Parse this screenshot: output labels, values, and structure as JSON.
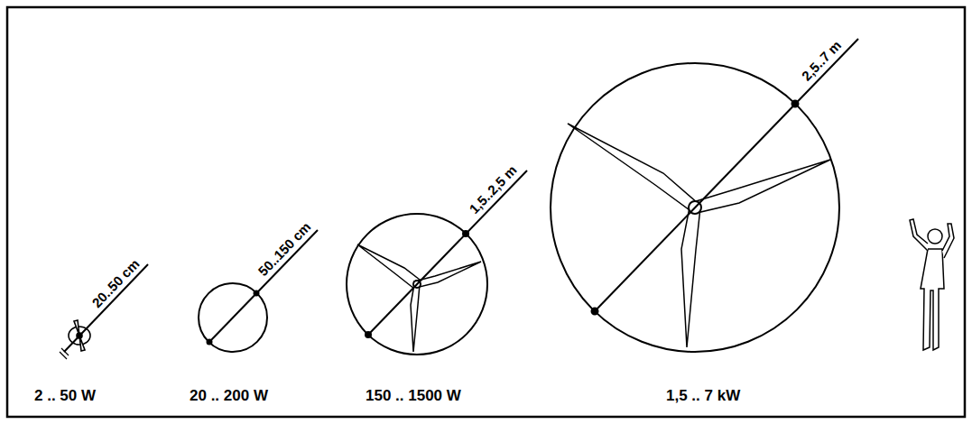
{
  "diagram": {
    "labels": [
      "20..50 cm",
      "50..150 cm",
      "1,5..2,5 m",
      "2,5..7 m",
      "2 .. 50 W",
      "20 .. 200 W",
      "150 .. 1500 W",
      "1,5 .. 7 kW"
    ]
  }
}
